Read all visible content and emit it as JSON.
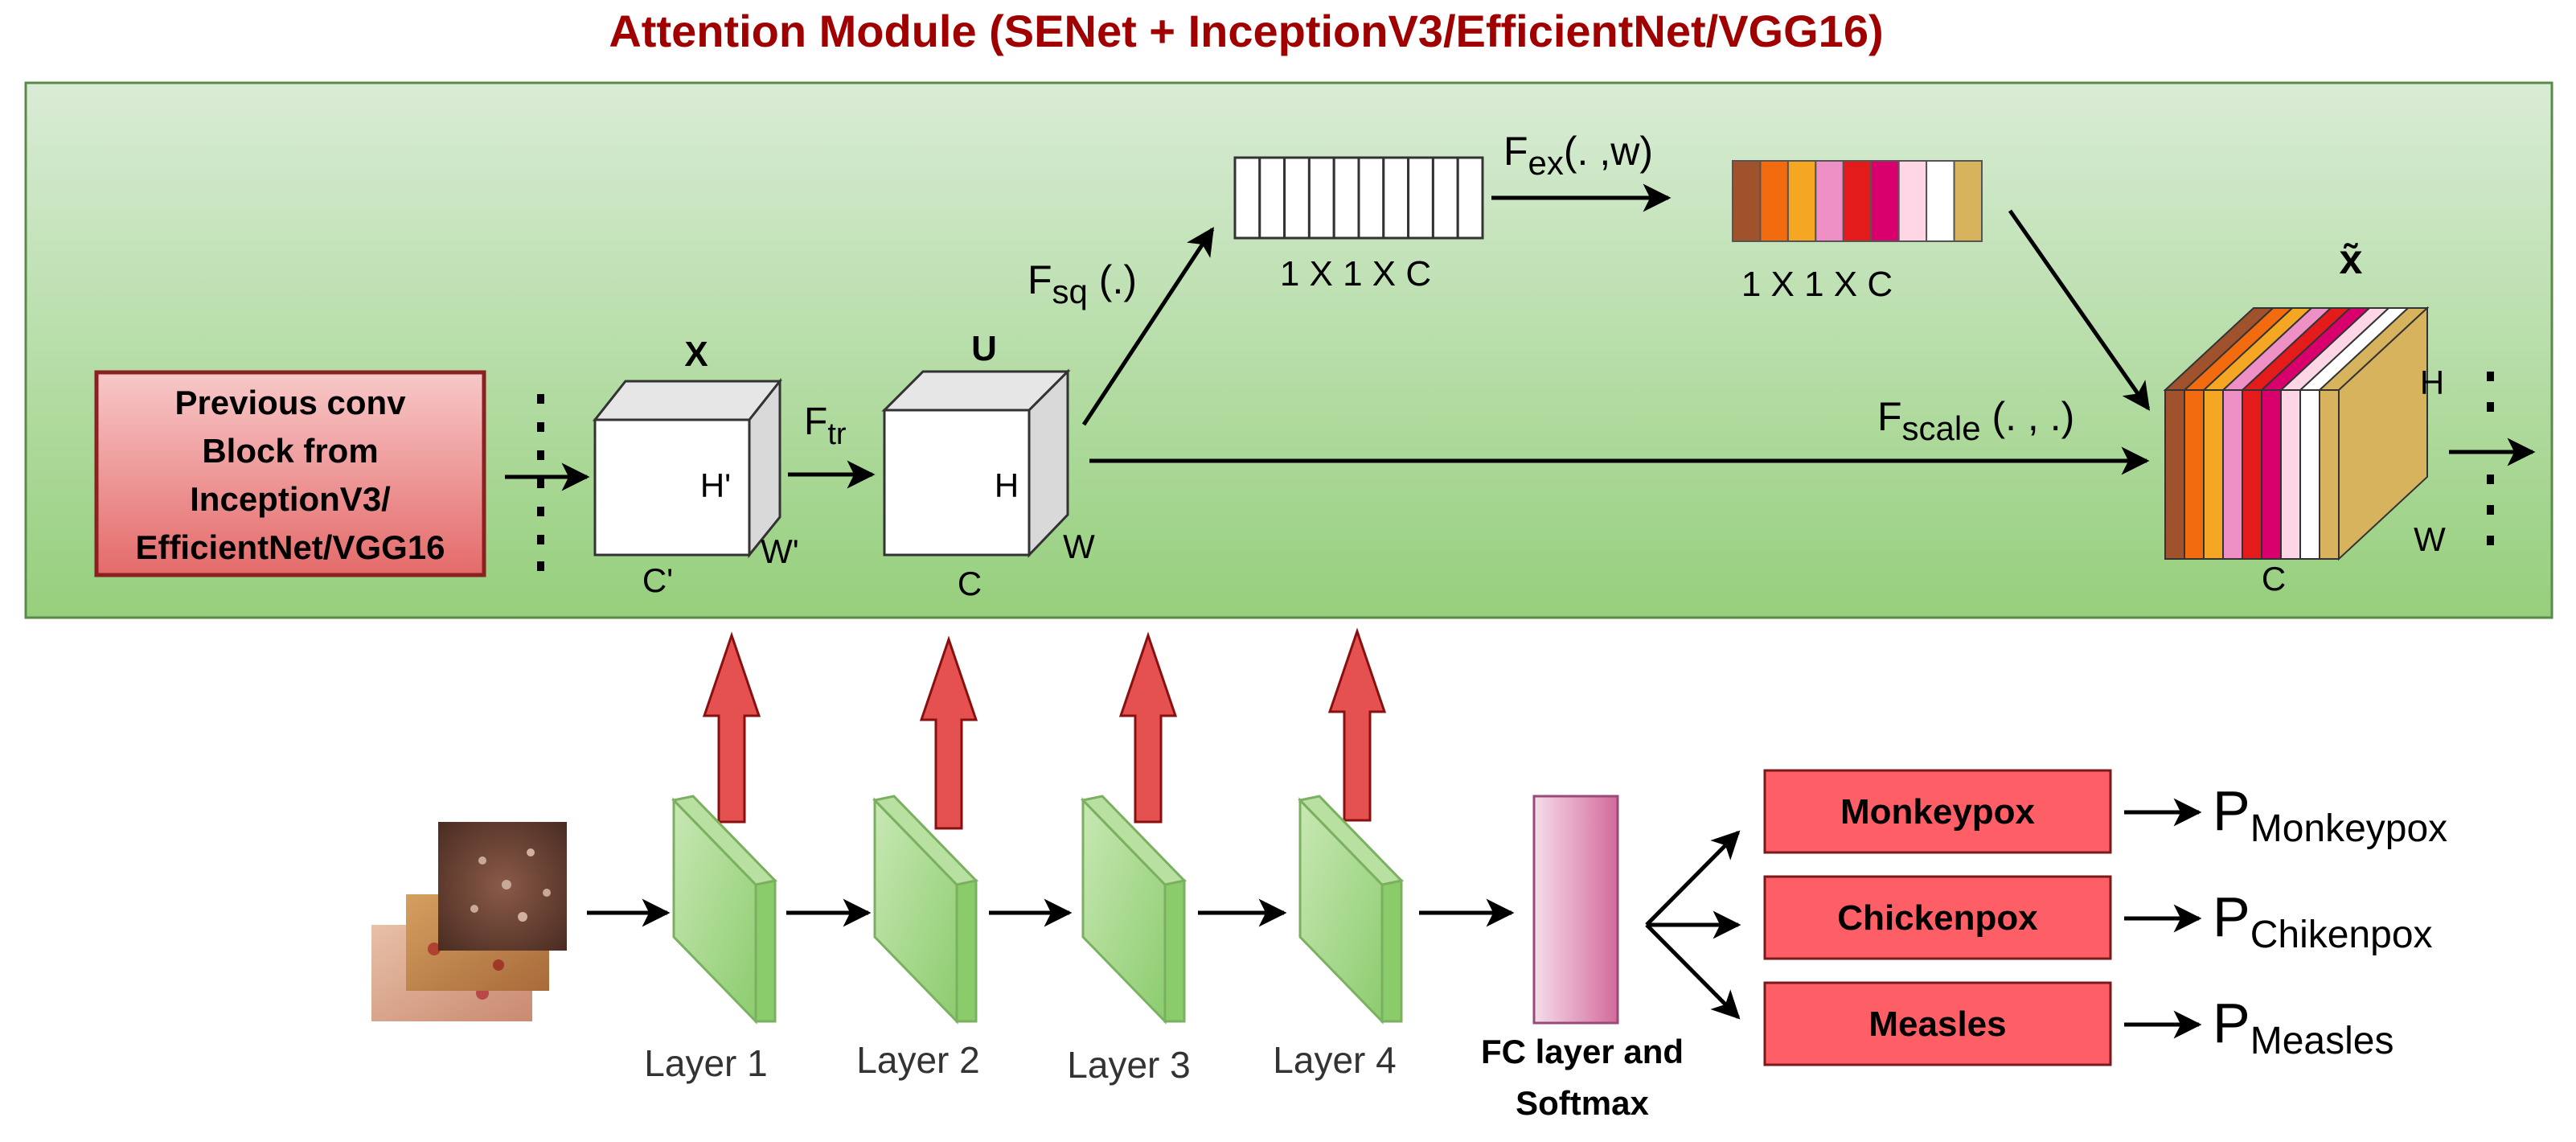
{
  "title": "Attention Module (SENet + InceptionV3/EfficientNet/VGG16)",
  "prev_block": {
    "line1": "Previous conv",
    "line2": "Block from",
    "line3": "InceptionV3/",
    "line4": "EfficientNet/VGG16"
  },
  "x_cube": {
    "label": "X",
    "h": "H'",
    "w": "W'",
    "c": "C'"
  },
  "ftr": {
    "main": "F",
    "sub": "tr"
  },
  "u_cube": {
    "label": "U",
    "h": "H",
    "w": "W",
    "c": "C"
  },
  "fsq": {
    "main": "F",
    "sub": "sq",
    "arg": " (.)"
  },
  "squeeze_vector": {
    "caption": "1 X 1 X C",
    "cells": 10
  },
  "fex": {
    "main": "F",
    "sub": "ex",
    "arg": "(. ,w)"
  },
  "excite_vector": {
    "caption": "1 X 1 X C",
    "colors": [
      "#a0522d",
      "#f26b0f",
      "#f5a623",
      "#ee8fc6",
      "#e31b1b",
      "#d9006e",
      "#ffd6e5",
      "#ffffff",
      "#d6b35c"
    ]
  },
  "fscale": {
    "main": "F",
    "sub": "scale",
    "arg": " (. , .)"
  },
  "x_tilde": {
    "label": "x̃",
    "h": "H",
    "w": "W",
    "c": "C",
    "colors": [
      "#a0522d",
      "#f26b0f",
      "#f5a623",
      "#ee8fc6",
      "#e31b1b",
      "#d9006e",
      "#ffd6e5",
      "#ffffff",
      "#d6b35c"
    ]
  },
  "layers": [
    "Layer 1",
    "Layer 2",
    "Layer 3",
    "Layer 4"
  ],
  "fc": {
    "line1": "FC layer and",
    "line2": "Softmax"
  },
  "classes": [
    {
      "name": "Monkeypox",
      "p_main": "P",
      "p_sub": "Monkeypox"
    },
    {
      "name": "Chickenpox",
      "p_main": "P",
      "p_sub": "Chikenpox"
    },
    {
      "name": "Measles",
      "p_main": "P",
      "p_sub": "Measles"
    }
  ],
  "colors": {
    "title": "#a00000",
    "panel_top": "#d9ecd6",
    "panel_bottom": "#96cf7c",
    "prev_block_fill": "#e88080",
    "class_box_fill": "#fe5f66",
    "up_arrow_fill": "#e55050",
    "layer_fill": "#a8d890"
  }
}
